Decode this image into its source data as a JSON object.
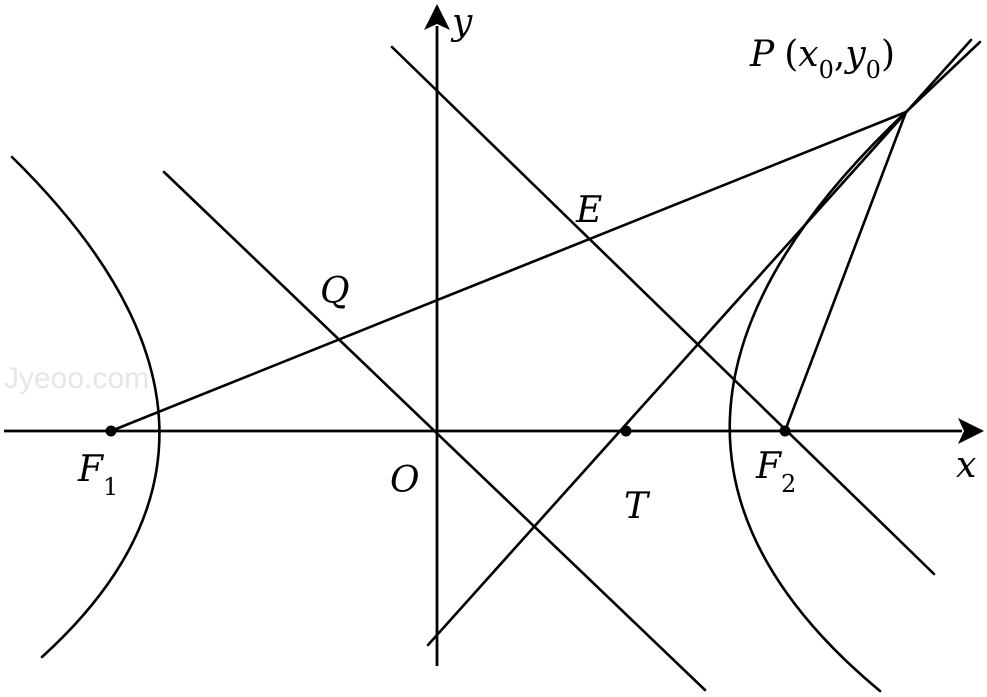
{
  "figure": {
    "watermark": "Jyeoo.com",
    "labels": {
      "y_axis": "y",
      "x_axis": "x",
      "origin": "O",
      "F1": {
        "main": "F",
        "sub": "1"
      },
      "F2": {
        "main": "F",
        "sub": "2"
      },
      "T": "T",
      "Q": "Q",
      "E": "E",
      "P": {
        "name": "P",
        "open": "(",
        "x_main": "x",
        "x_sub": "0",
        "comma": ",",
        "y_main": "y",
        "y_sub": "0",
        "close": ")"
      }
    }
  }
}
